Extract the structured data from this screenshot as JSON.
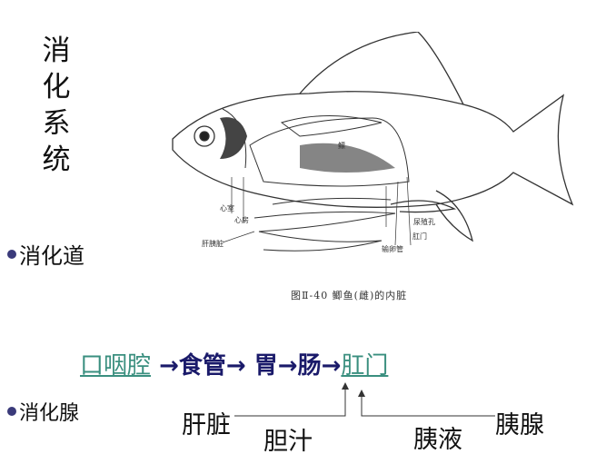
{
  "title": "消化系统",
  "title_chars": [
    "消",
    "化",
    "系",
    "统"
  ],
  "bullets": {
    "tract": "消化道",
    "glands": "消化腺"
  },
  "figure": {
    "caption": "图Ⅱ-40  鲫鱼(雌)的内脏",
    "labels": {
      "ventricle": "心室",
      "atrium": "心房",
      "hepatopancreas": "肝胰脏",
      "swim_bladder": "鳔",
      "urogenital_pore": "尿殖孔",
      "anus": "肛门",
      "oviduct": "输卵管"
    }
  },
  "flow": {
    "steps": [
      "口咽腔",
      "食管",
      "胃",
      "肠",
      "肛门"
    ],
    "arrow": "→"
  },
  "glands": {
    "liver": "肝脏",
    "bile": "胆汁",
    "pancreatic_juice": "胰液",
    "pancreas": "胰腺"
  },
  "colors": {
    "link": "#3a8f7f",
    "text_dark": "#1a1a6a",
    "bullet": "#3a3a7a"
  }
}
